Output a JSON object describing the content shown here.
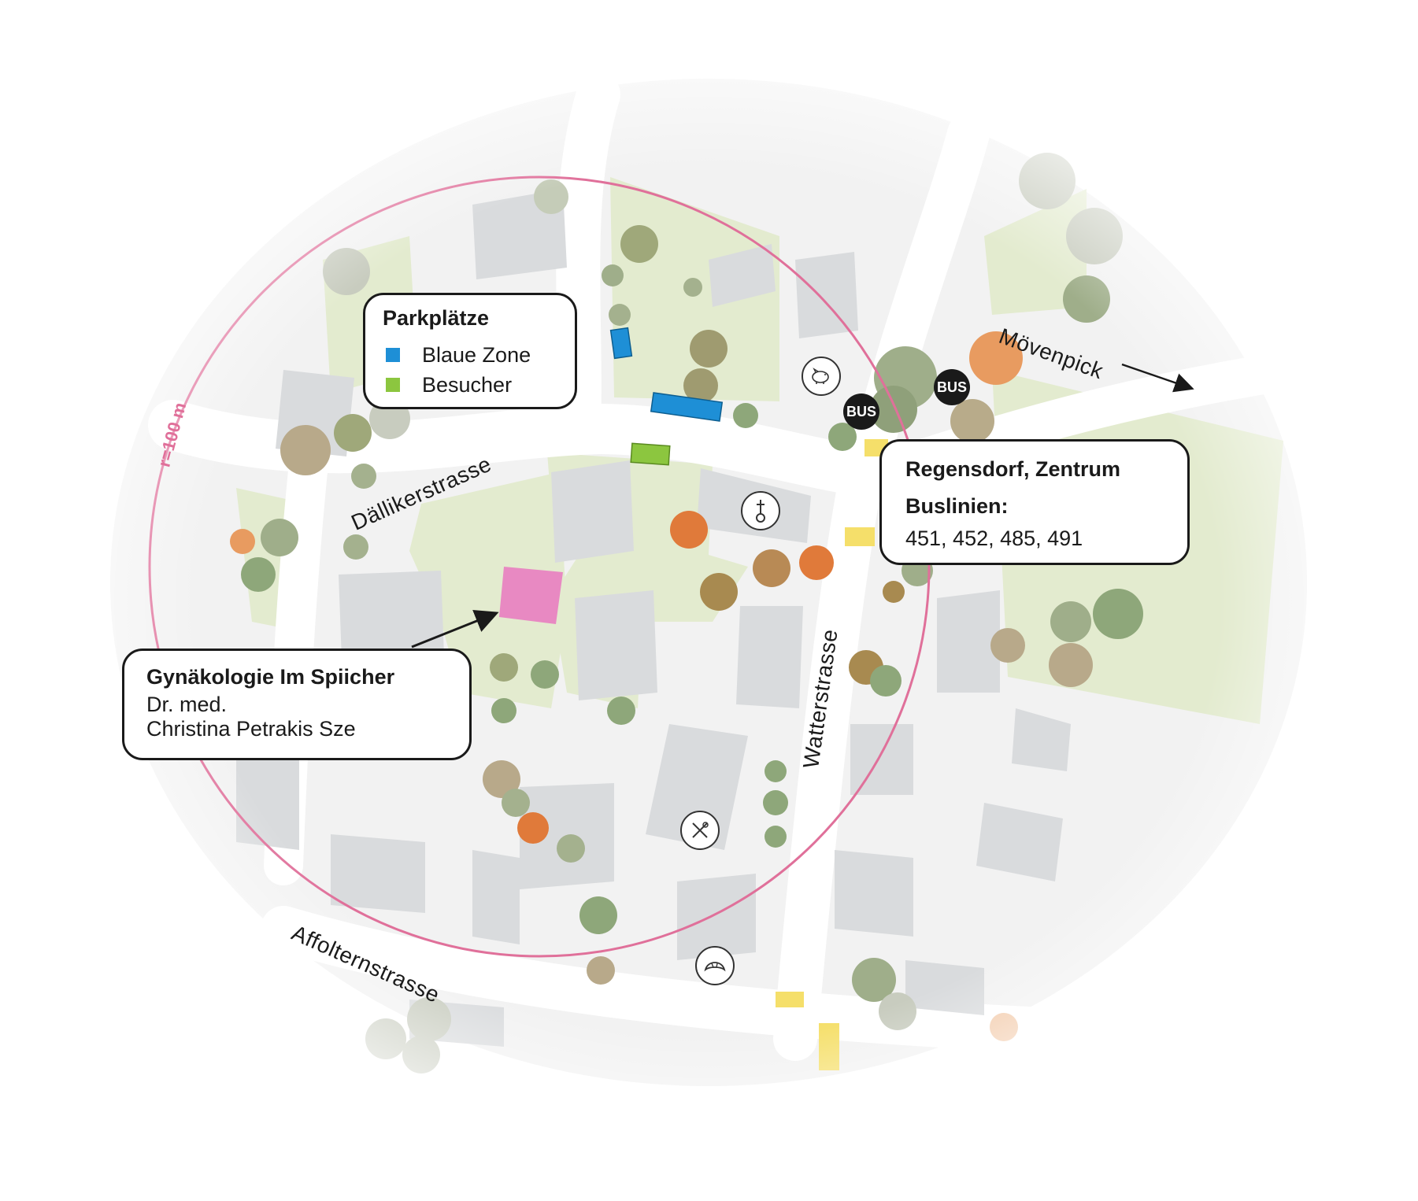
{
  "colors": {
    "radius_circle": "#e0709a",
    "clinic": "#e889c2",
    "blue_zone": "#1e8fd6",
    "visitor": "#8cc63f",
    "building": "#d9dbdd",
    "green_area": "#e3ebcf",
    "road": "#f4f4f4",
    "crossing": "#f5df6a"
  },
  "radius_label": "r=100 m",
  "parking": {
    "title": "Parkplätze",
    "legend": [
      {
        "label": "Blaue Zone",
        "color": "#1e8fd6"
      },
      {
        "label": "Besucher",
        "color": "#8cc63f"
      }
    ]
  },
  "bus_box": {
    "title": "Regensdorf, Zentrum",
    "lines_label": "Buslinien:",
    "lines": "451, 452, 485, 491"
  },
  "clinic_box": {
    "title": "Gynäkologie Im Spiicher",
    "line1": "Dr. med.",
    "line2": "Christina Petrakis Sze"
  },
  "streets": {
    "dallikerstrasse": "Dällikerstrasse",
    "watterstrasse": "Watterstrasse",
    "affolternstrasse": "Affolternstrasse",
    "movenpick": "Mövenpick"
  },
  "bus_stops": [
    "BUS",
    "BUS"
  ],
  "poi_icons": [
    "piggy-bank-icon",
    "church-icon",
    "restaurant-icon",
    "bakery-icon"
  ]
}
